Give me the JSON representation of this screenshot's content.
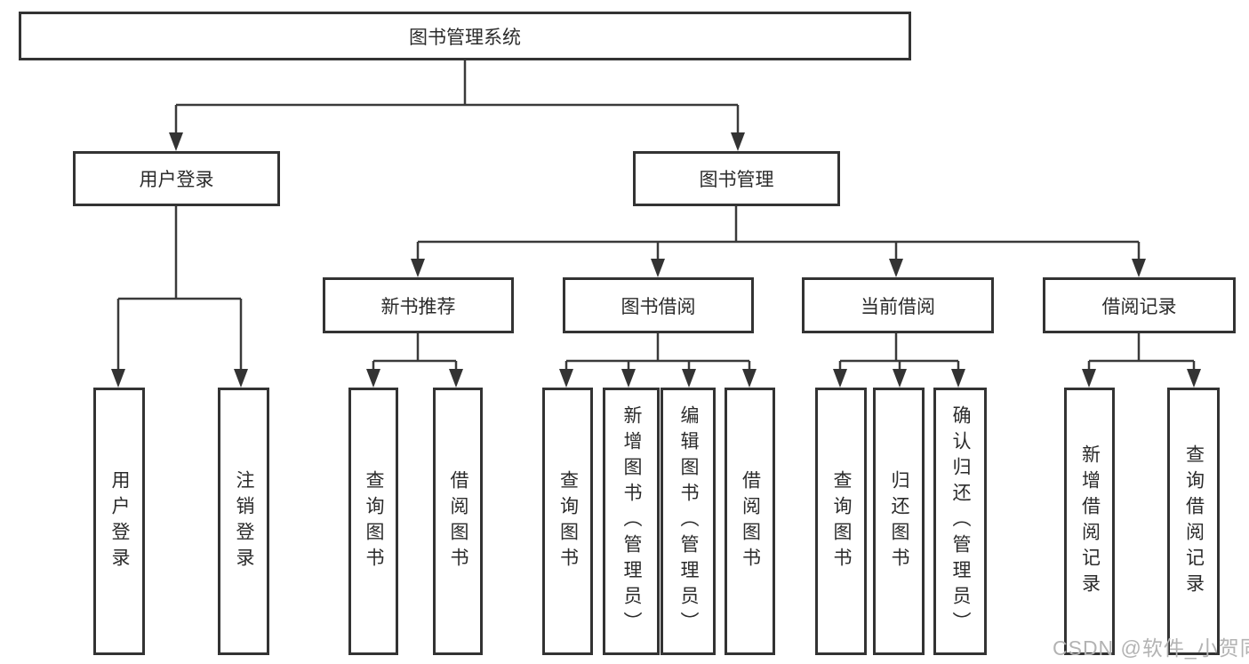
{
  "tree": {
    "label": "图书管理系统",
    "children": [
      {
        "label": "用户登录",
        "children": [
          {
            "label": "用户登录"
          },
          {
            "label": "注销登录"
          }
        ]
      },
      {
        "label": "图书管理",
        "children": [
          {
            "label": "新书推荐",
            "children": [
              {
                "label": "查询图书"
              },
              {
                "label": "借阅图书"
              }
            ]
          },
          {
            "label": "图书借阅",
            "children": [
              {
                "label": "查询图书"
              },
              {
                "label": "新增图书（管理员）"
              },
              {
                "label": "编辑图书（管理员）"
              },
              {
                "label": "借阅图书"
              }
            ]
          },
          {
            "label": "当前借阅",
            "children": [
              {
                "label": "查询图书"
              },
              {
                "label": "归还图书"
              },
              {
                "label": "确认归还（管理员）"
              }
            ]
          },
          {
            "label": "借阅记录",
            "children": [
              {
                "label": "新增借阅记录"
              },
              {
                "label": "查询借阅记录"
              }
            ]
          }
        ]
      }
    ]
  },
  "watermark": "CSDN @软件_小贺同学",
  "colors": {
    "line": "#3a3a3a",
    "box_border": "#333333",
    "text": "#2b2b2b",
    "watermark": "#b3b3b3",
    "background": "#ffffff"
  }
}
